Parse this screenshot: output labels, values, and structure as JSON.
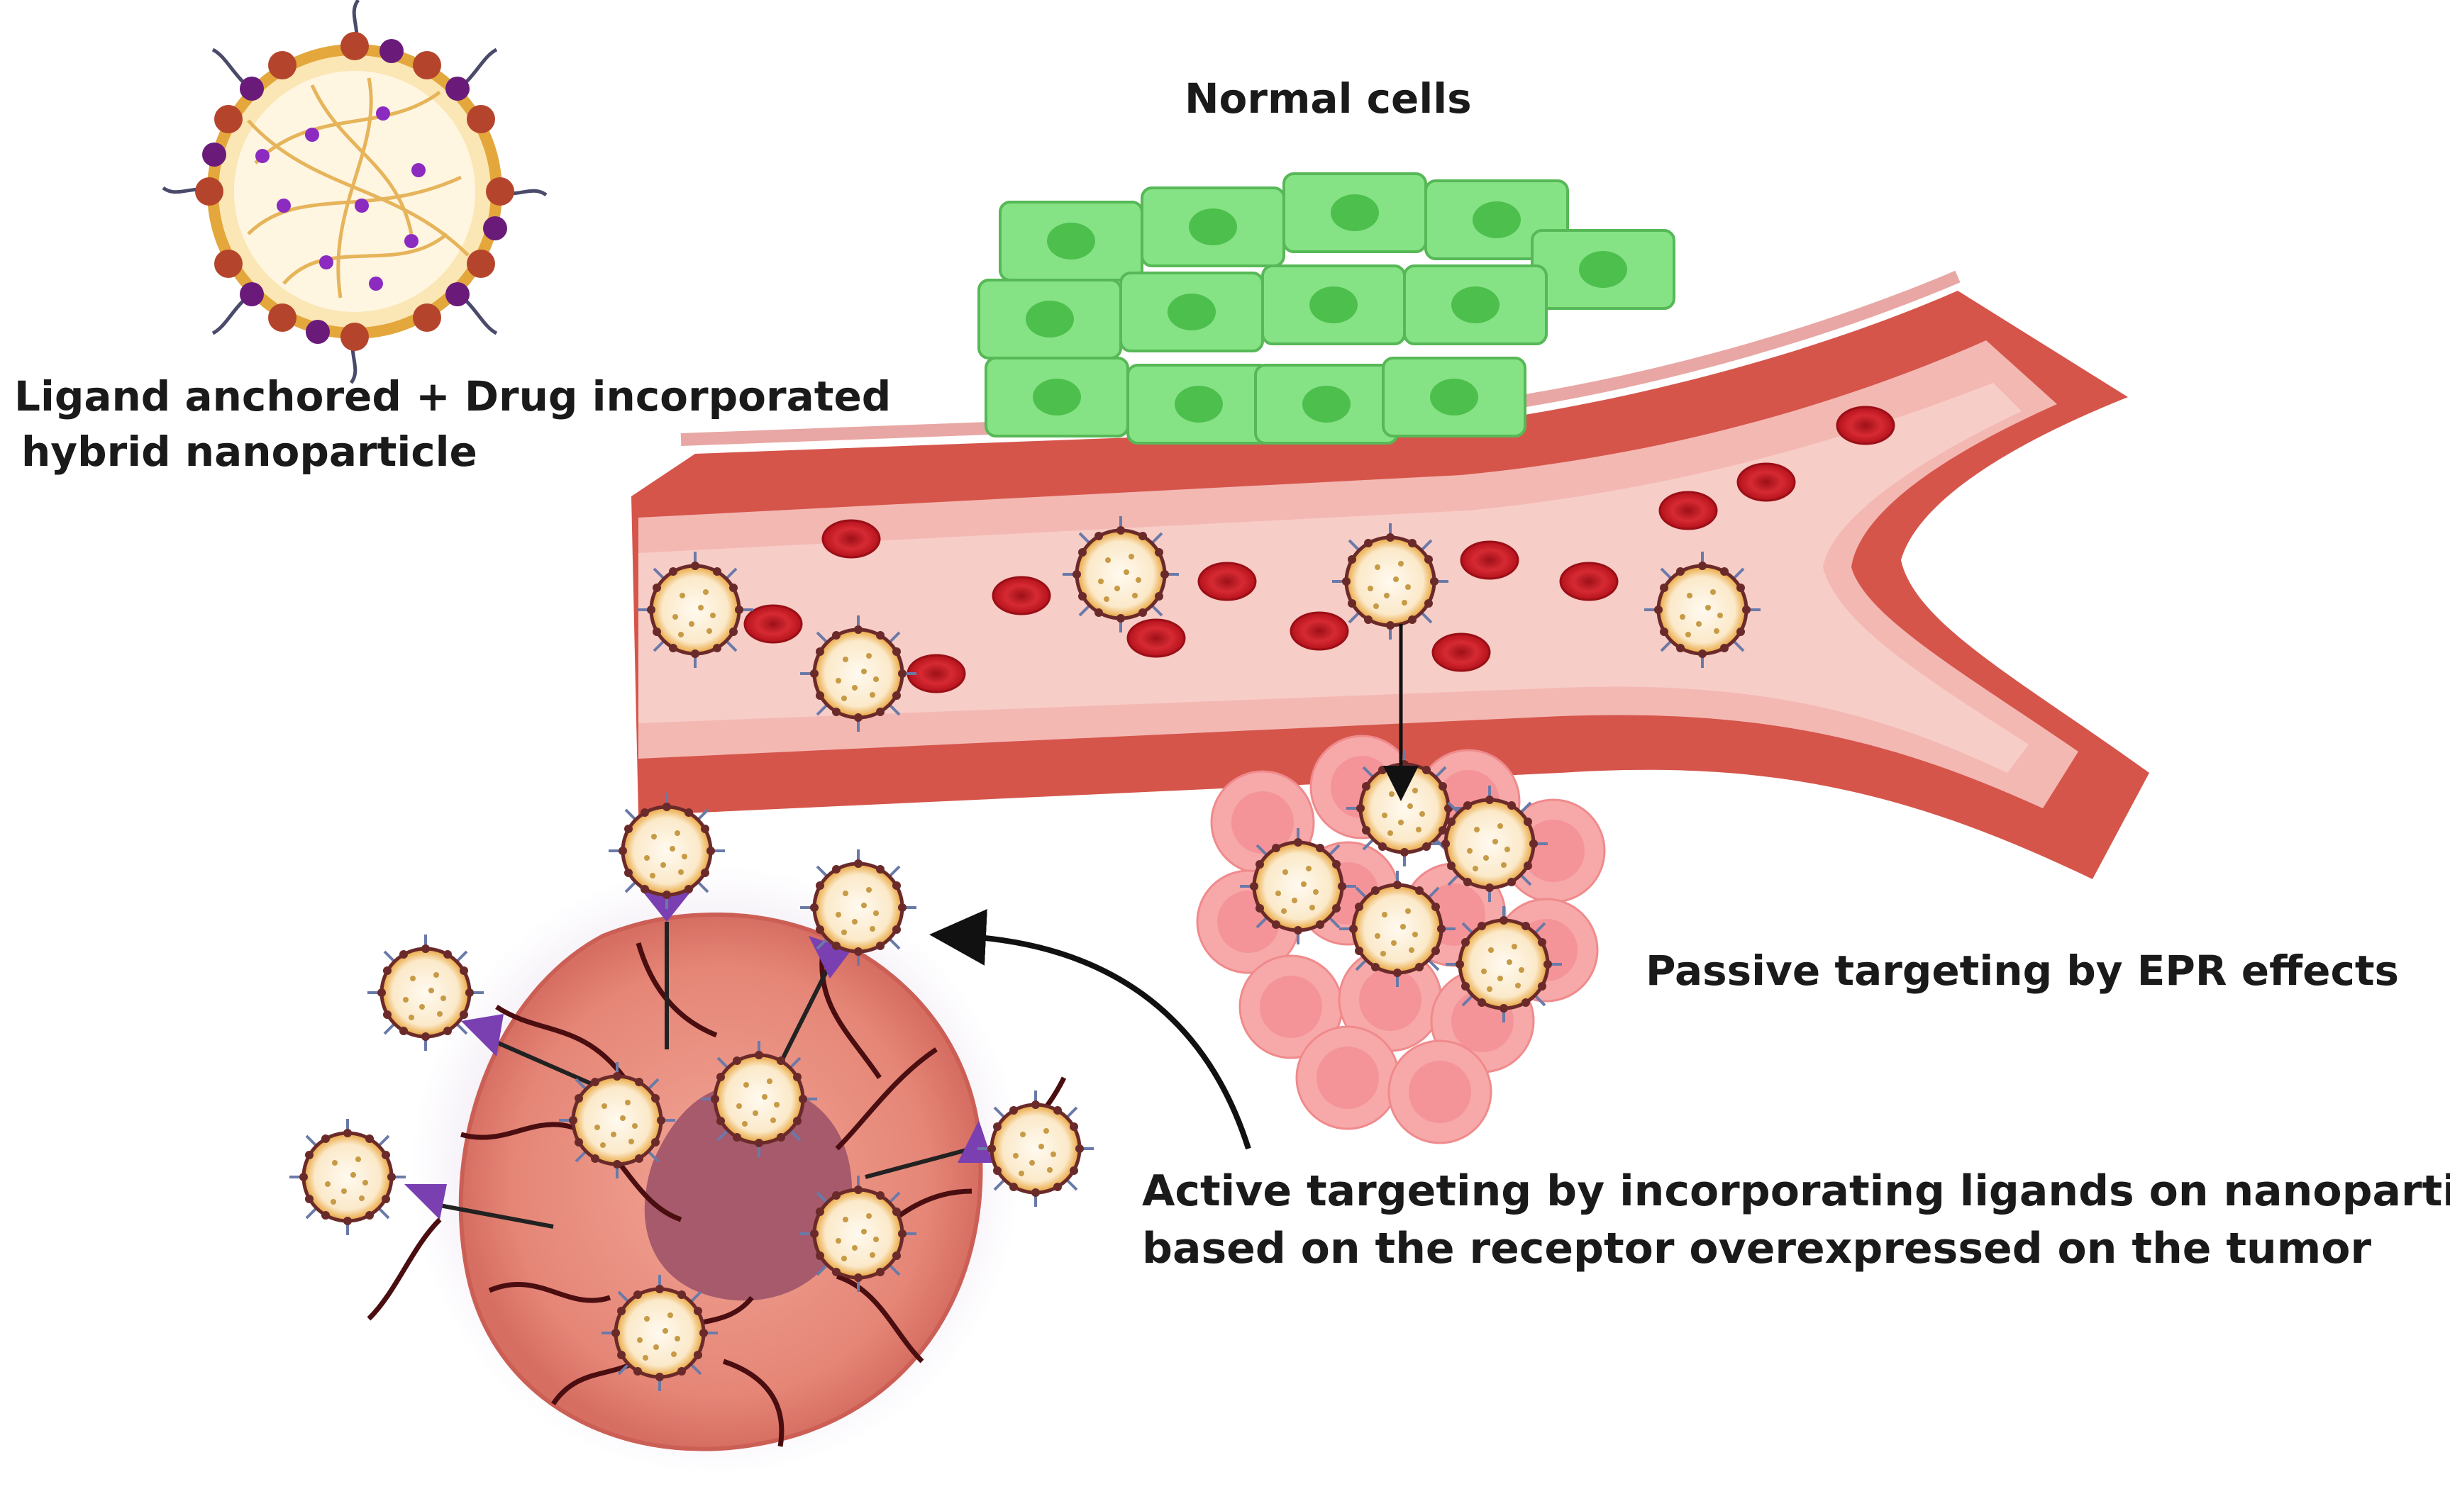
{
  "labels": {
    "nanoparticle_line1": "Ligand anchored + Drug incorporated",
    "nanoparticle_line2": "hybrid nanoparticle",
    "normal_cells": "Normal cells",
    "passive": "Passive targeting by EPR effects",
    "active_line1": "Active targeting by incorporating ligands on nanoparticles",
    "active_line2": "based on the receptor overexpressed on the tumor"
  },
  "colors": {
    "vessel_wall": "#c9473f",
    "vessel_lumen": "#f4b9b4",
    "rbc": "#c81e28",
    "normal_cell": "#7fe07f",
    "normal_nucleus": "#4cbf4c",
    "nanoparticle_shell": "#e9a43a",
    "nanoparticle_drug": "#7a1f7a",
    "tumor": "#e48a7c",
    "tumor_core": "#a5586a",
    "receptor": "#7a3fb0",
    "epr_cluster": "#f5a3a3"
  }
}
